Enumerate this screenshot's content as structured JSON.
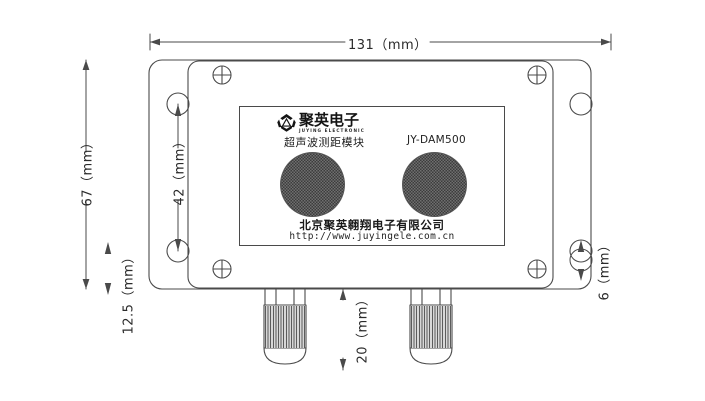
{
  "drawing": {
    "title_visible": false,
    "line_color": "#4a4a4a",
    "background": "#ffffff"
  },
  "dimensions": {
    "width_overall": "131（mm）",
    "height_overall": "67（mm）",
    "mount_hole_spacing": "42（mm）",
    "flange_offset": "12.5（mm）",
    "gland_length": "20（mm）",
    "flange_edge": "6（mm）"
  },
  "label_panel": {
    "brand_cn": "聚英电子",
    "brand_en": "JUYING ELECTRONIC",
    "device_caption": "超声波测距模块",
    "model": "JY-DAM500",
    "company": "北京聚英翱翔电子有限公司",
    "url": "http://www.juyingele.com.cn"
  },
  "components": {
    "transducer_left": "ultrasonic-transducer",
    "transducer_right": "ultrasonic-transducer",
    "screws": [
      "screw-top-left",
      "screw-top-right",
      "screw-bottom-left",
      "screw-bottom-right"
    ],
    "mount_holes": [
      "mount-hole-left-top",
      "mount-hole-left-bottom",
      "mount-hole-right-top",
      "mount-hole-right-bottom"
    ],
    "cable_glands": [
      "cable-gland-left",
      "cable-gland-right"
    ]
  }
}
